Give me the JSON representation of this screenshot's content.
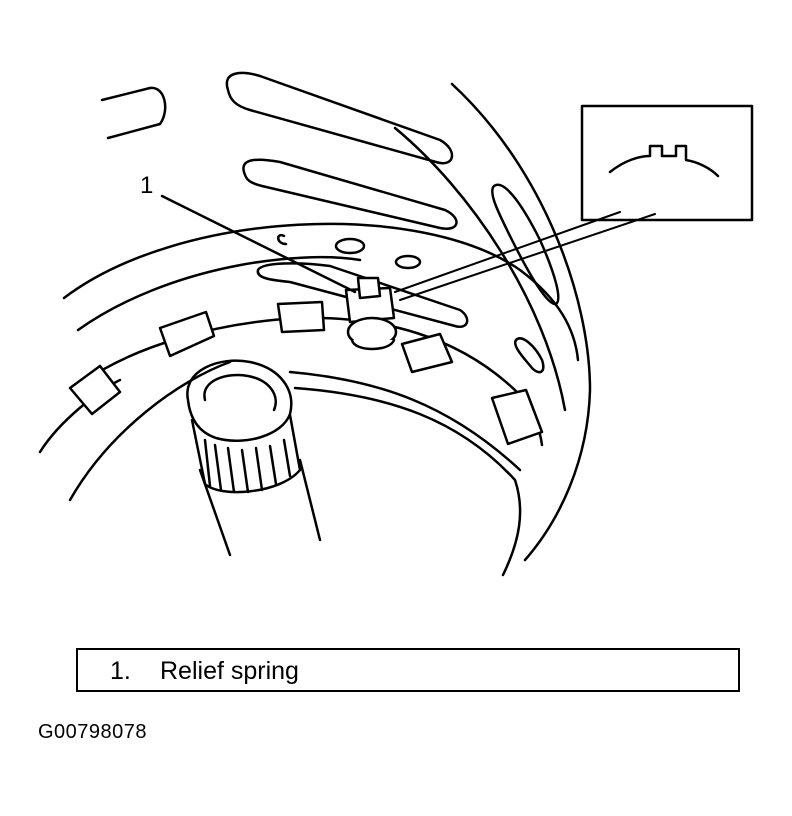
{
  "diagram": {
    "callout_number": "1",
    "legend": [
      {
        "number": "1.",
        "label": "Relief spring"
      }
    ],
    "figure_id": "G00798078"
  }
}
